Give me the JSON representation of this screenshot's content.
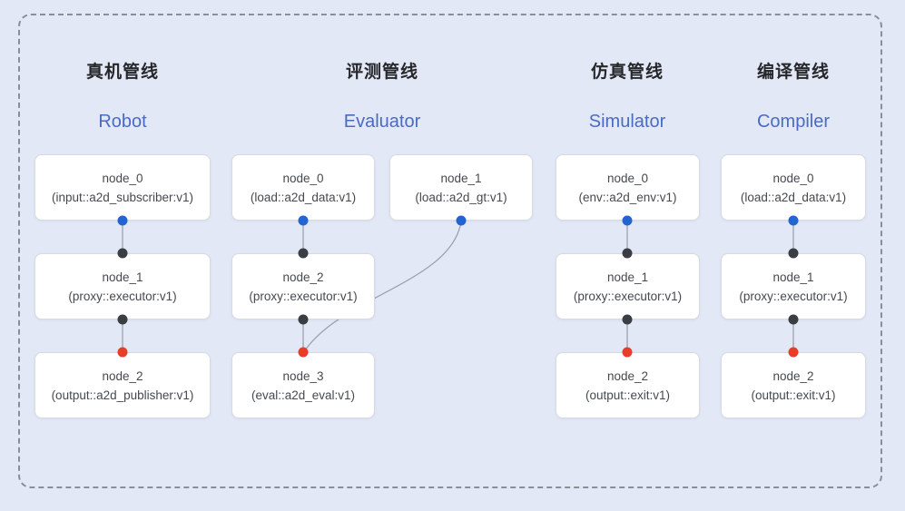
{
  "colors": {
    "background": "#e3e8f6",
    "frame_dash": "#8a8e97",
    "edge": "#969daa",
    "port_blue": "#2264d1",
    "port_dark": "#3a3d42",
    "port_red": "#e83d29",
    "title_text": "#26272b",
    "subtitle_text": "#4a6bc3",
    "node_text": "#45494f"
  },
  "pipelines": [
    {
      "title": "真机管线",
      "subtitle": "Robot",
      "nodes": [
        {
          "name": "node_0",
          "type": "(input::a2d_subscriber:v1)"
        },
        {
          "name": "node_1",
          "type": "(proxy::executor:v1)"
        },
        {
          "name": "node_2",
          "type": "(output::a2d_publisher:v1)"
        }
      ]
    },
    {
      "title": "评测管线",
      "subtitle": "Evaluator",
      "nodes": [
        {
          "name": "node_0",
          "type": "(load::a2d_data:v1)"
        },
        {
          "name": "node_1",
          "type": "(load::a2d_gt:v1)"
        },
        {
          "name": "node_2",
          "type": "(proxy::executor:v1)"
        },
        {
          "name": "node_3",
          "type": "(eval::a2d_eval:v1)"
        }
      ]
    },
    {
      "title": "仿真管线",
      "subtitle": "Simulator",
      "nodes": [
        {
          "name": "node_0",
          "type": "(env::a2d_env:v1)"
        },
        {
          "name": "node_1",
          "type": "(proxy::executor:v1)"
        },
        {
          "name": "node_2",
          "type": "(output::exit:v1)"
        }
      ]
    },
    {
      "title": "编译管线",
      "subtitle": "Compiler",
      "nodes": [
        {
          "name": "node_0",
          "type": "(load::a2d_data:v1)"
        },
        {
          "name": "node_1",
          "type": "(proxy::executor:v1)"
        },
        {
          "name": "node_2",
          "type": "(output::exit:v1)"
        }
      ]
    }
  ]
}
